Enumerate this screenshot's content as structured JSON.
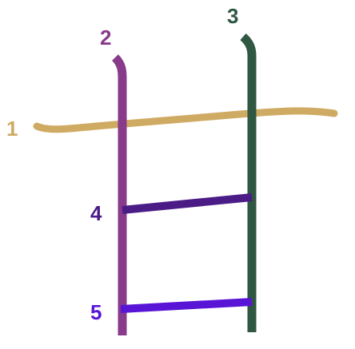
{
  "strokes": [
    {
      "id": "1",
      "label": "1",
      "color": "#CFAA62"
    },
    {
      "id": "2",
      "label": "2",
      "color": "#883A8B"
    },
    {
      "id": "3",
      "label": "3",
      "color": "#2F5742"
    },
    {
      "id": "4",
      "label": "4",
      "color": "#4B1C86"
    },
    {
      "id": "5",
      "label": "5",
      "color": "#5915D6"
    }
  ]
}
